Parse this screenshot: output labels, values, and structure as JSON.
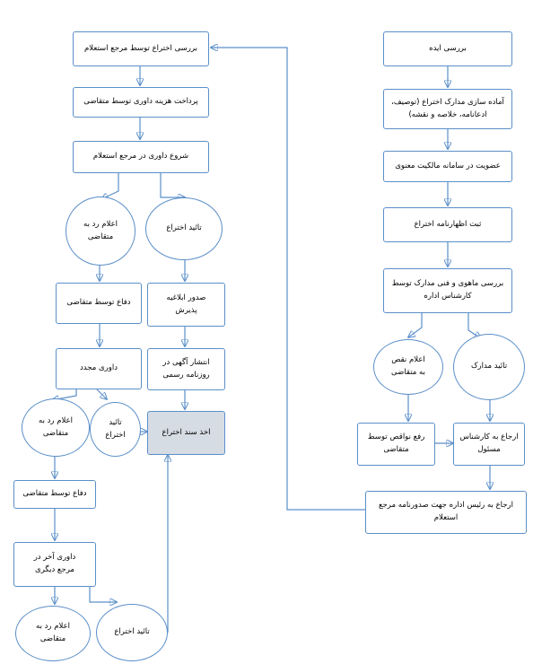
{
  "nodes": {
    "review_idea": "بررسی ایده",
    "prepare_docs": "آماده سازی مدارک اختراع (توصیف،\nادعانامه، خلاصه و نقشه)",
    "membership": "عضویت در سامانه مالکیت معنوی",
    "register_declaration": "ثبت اظهارنامه اختراع",
    "formal_review": "بررسی ماهوی و فنی مدارک توسط\nکارشناس اداره",
    "notify_defect": "اعلام نقص\nبه متقاضی",
    "approve_docs": "تائید مدارک",
    "fix_defects": "رفع نواقص توسط\nمتقاضی",
    "refer_expert": "ارجاع به کارشناس\nمسئول",
    "refer_head": "ارجاع به رئیس اداره جهت صدورنامه مرجع\nاستعلام",
    "inquiry_review": "بررسی اختراع توسط مرجع استعلام",
    "pay_fee": "پرداخت هزینه داوری توسط متقاضی",
    "start_judging": "شروع داوری در مرجع استعلام",
    "reject_notice_1": "اعلام رد به\nمتقاضی",
    "approve_invention_1": "تائید اختراع",
    "defense_1": "دفاع توسط متقاضی",
    "issue_acceptance": "صدور ابلاغیه\nپذیرش",
    "rejudging": "داوری مجدد",
    "publish_notice": "انتشار آگهی در\nروزنامه رسمی",
    "reject_notice_2": "اعلام رد به\nمتقاضی",
    "approve_invention_2": "تائید\nاختراع",
    "get_certificate": "اخذ سند اختراع",
    "defense_2": "دفاع توسط متقاضی",
    "final_judging": "داوری آخر در\nمرجع دیگری",
    "reject_notice_3": "اعلام رد به\nمتقاضی",
    "approve_invention_3": "تائید اختراع"
  }
}
